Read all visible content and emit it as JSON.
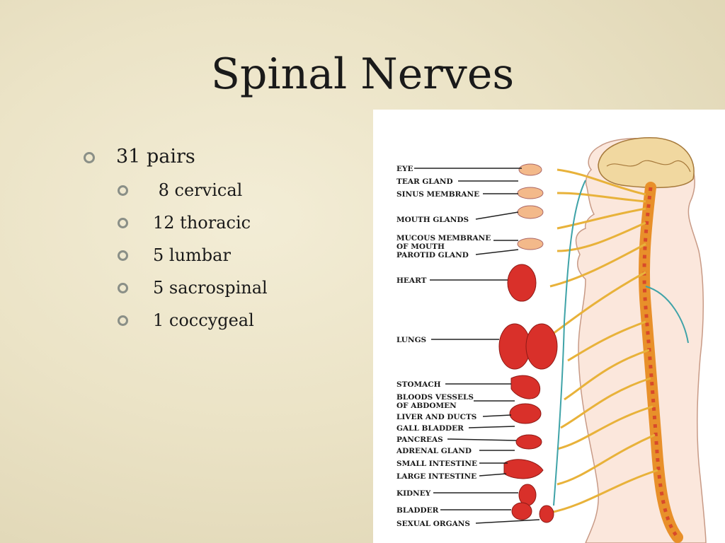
{
  "slide": {
    "title": "Spinal Nerves",
    "bullets": [
      {
        "text": "31 pairs",
        "children": [
          " 8 cervical",
          "12 thoracic",
          "5 lumbar",
          "5 sacrospinal",
          "1 coccygeal"
        ]
      }
    ]
  },
  "figure": {
    "labels": [
      "EYE",
      "TEAR GLAND",
      "SINUS MEMBRANE",
      "MOUTH GLANDS",
      "MUCOUS MEMBRANE",
      "OF MOUTH",
      "PAROTID GLAND",
      "HEART",
      "LUNGS",
      "STOMACH",
      "BLOODS VESSELS",
      "OF ABDOMEN",
      "LIVER AND DUCTS",
      "GALL BLADDER",
      "PANCREAS",
      "ADRENAL GLAND",
      "SMALL INTESTINE",
      "LARGE INTESTINE",
      "KIDNEY",
      "BLADDER",
      "SEXUAL ORGANS"
    ]
  },
  "colors": {
    "background": "#ebe3c6",
    "text": "#1a1a1a",
    "bullet": "#8a8f87",
    "nerve": "#e8b23a",
    "organ": "#d9302a"
  }
}
